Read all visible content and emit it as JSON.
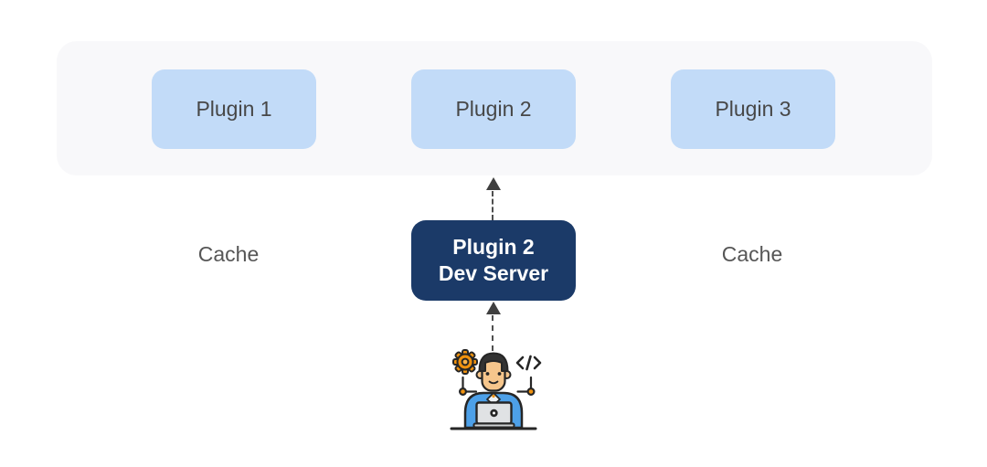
{
  "host_bar": {
    "plugins": [
      {
        "label": "Plugin 1"
      },
      {
        "label": "Plugin 2"
      },
      {
        "label": "Plugin 3"
      }
    ]
  },
  "labels": {
    "cache_left": "Cache",
    "cache_right": "Cache"
  },
  "dev_server_box": {
    "line1": "Plugin 2",
    "line2": "Dev Server"
  },
  "arrows": [
    {
      "name": "dev-to-server",
      "direction": "up",
      "style": "dashed"
    },
    {
      "name": "server-to-plugin2",
      "direction": "up",
      "style": "dashed"
    }
  ],
  "icons": {
    "developer": "developer-at-laptop-icon",
    "gear": "gear-icon",
    "code_tag": "code-tag-icon",
    "branch_left": "branch-node-icon",
    "branch_right": "branch-node-icon"
  },
  "colors": {
    "page_bg": "#ffffff",
    "host_bar_bg": "#f8f8fa",
    "plugin_box_bg": "#c2dbf8",
    "plugin_text": "#474747",
    "cache_text": "#565656",
    "dev_server_bg": "#1b3a68",
    "dev_server_text": "#ffffff",
    "arrow": "#3f3f3f",
    "icon_orange": "#f0920f",
    "icon_shirt_blue": "#4da0e8",
    "icon_skin": "#f6c68c",
    "icon_outline": "#262626"
  }
}
